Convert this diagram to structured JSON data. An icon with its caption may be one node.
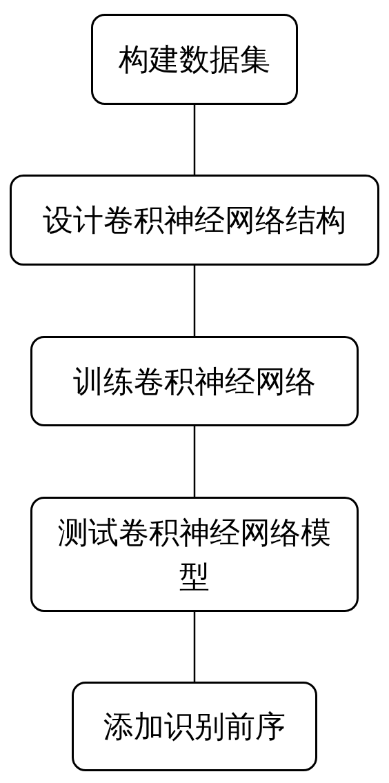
{
  "diagram": {
    "nodes": [
      {
        "text": [
          "构建数据集"
        ]
      },
      {
        "text": [
          "设计卷积神经网络结构"
        ]
      },
      {
        "text": [
          "训练卷积神经网络"
        ]
      },
      {
        "text": [
          "测试卷积神经网络模型"
        ]
      },
      {
        "text": [
          "添加识别前序"
        ]
      }
    ],
    "edges": [
      {
        "from": 0,
        "to": 1,
        "arrow": "none"
      },
      {
        "from": 1,
        "to": 2,
        "arrow": "none"
      },
      {
        "from": 2,
        "to": 3,
        "arrow": "none"
      },
      {
        "from": 3,
        "to": 4,
        "arrow": "none"
      }
    ]
  }
}
